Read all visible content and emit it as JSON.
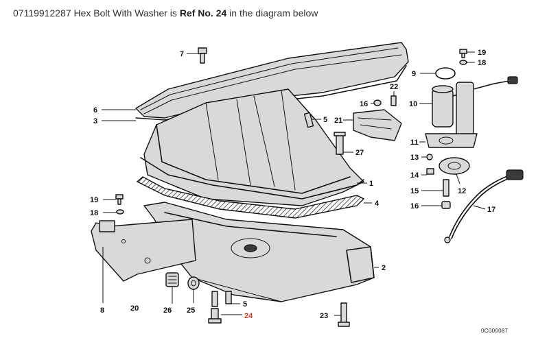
{
  "caption": {
    "part_number": "07119912287",
    "part_name": "Hex Bolt With Washer",
    "middle": "is",
    "ref_label": "Ref No. 24",
    "suffix": "in the diagram below"
  },
  "diagram": {
    "code": "0C000087",
    "highlight_ref": "24",
    "callouts": [
      "7",
      "6",
      "3",
      "5",
      "16",
      "22",
      "21",
      "27",
      "1",
      "4",
      "19",
      "18",
      "8",
      "20",
      "26",
      "25",
      "5",
      "24",
      "23",
      "2",
      "9",
      "19",
      "18",
      "10",
      "11",
      "13",
      "14",
      "15",
      "16",
      "12",
      "17"
    ]
  },
  "colors": {
    "highlight": "#d23a2c",
    "ink": "#111111"
  }
}
